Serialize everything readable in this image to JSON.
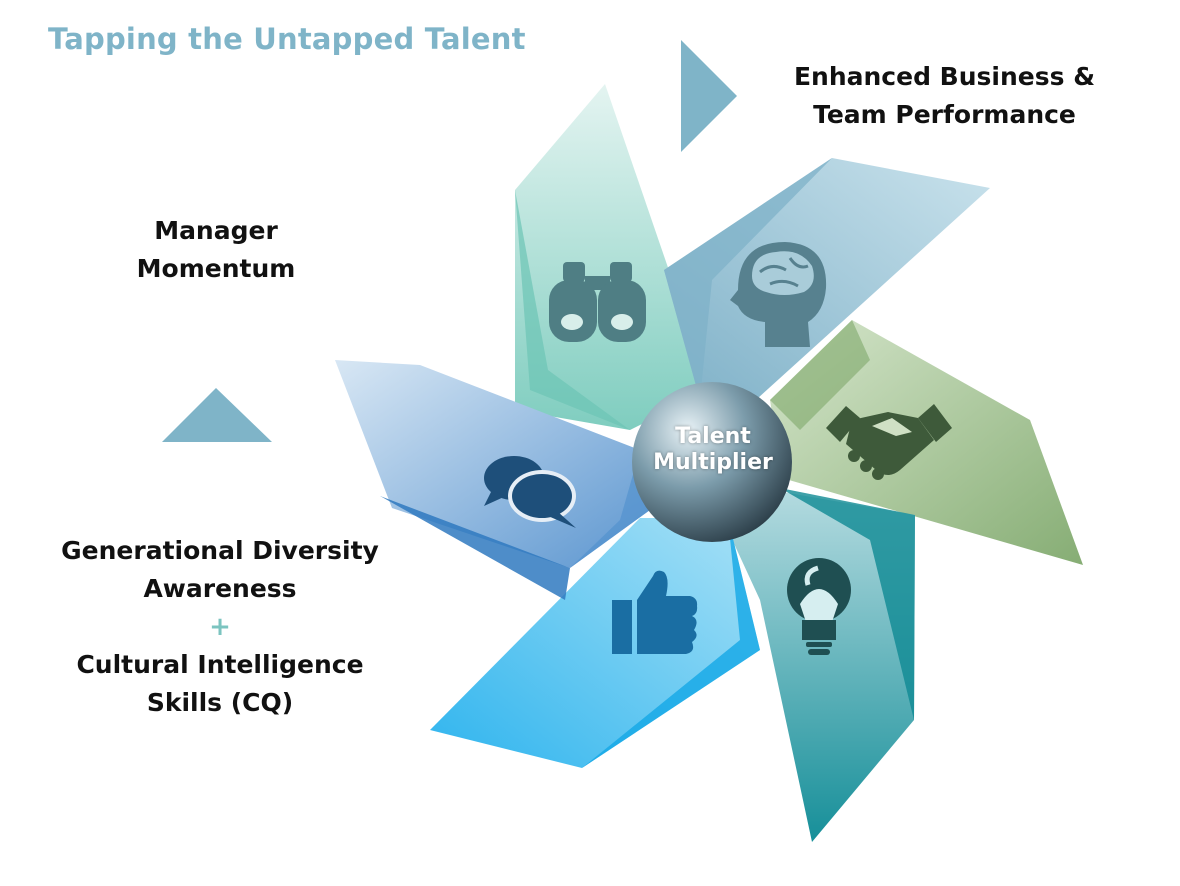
{
  "title": "Tapping the Untapped Talent",
  "labels": {
    "enhanced": [
      "Enhanced Business &",
      "Team Performance"
    ],
    "manager": [
      "Manager",
      "Momentum"
    ],
    "generational": [
      "Generational Diversity",
      "Awareness"
    ],
    "plus": "+",
    "cultural": [
      "Cultural Intelligence",
      "Skills (CQ)"
    ]
  },
  "hub": {
    "line1": "Talent",
    "line2": "Multiplier"
  },
  "colors": {
    "title": "#7fb4c8",
    "arrow": "#7fb4c8",
    "teal_light": "#9fd6cd",
    "blue_grey": "#8ebcd0",
    "green": "#9cc08a",
    "teal_dark": "#2a97a0",
    "sky_blue": "#4cbdea",
    "blue": "#5d97cf",
    "hub": "#3d5868"
  },
  "petals": [
    {
      "name": "binoculars",
      "icon": "binoculars-icon"
    },
    {
      "name": "head",
      "icon": "head-brain-icon"
    },
    {
      "name": "handshake",
      "icon": "handshake-icon"
    },
    {
      "name": "lightbulb",
      "icon": "lightbulb-icon"
    },
    {
      "name": "thumbsup",
      "icon": "thumbs-up-icon"
    },
    {
      "name": "chat",
      "icon": "chat-bubbles-icon"
    }
  ]
}
